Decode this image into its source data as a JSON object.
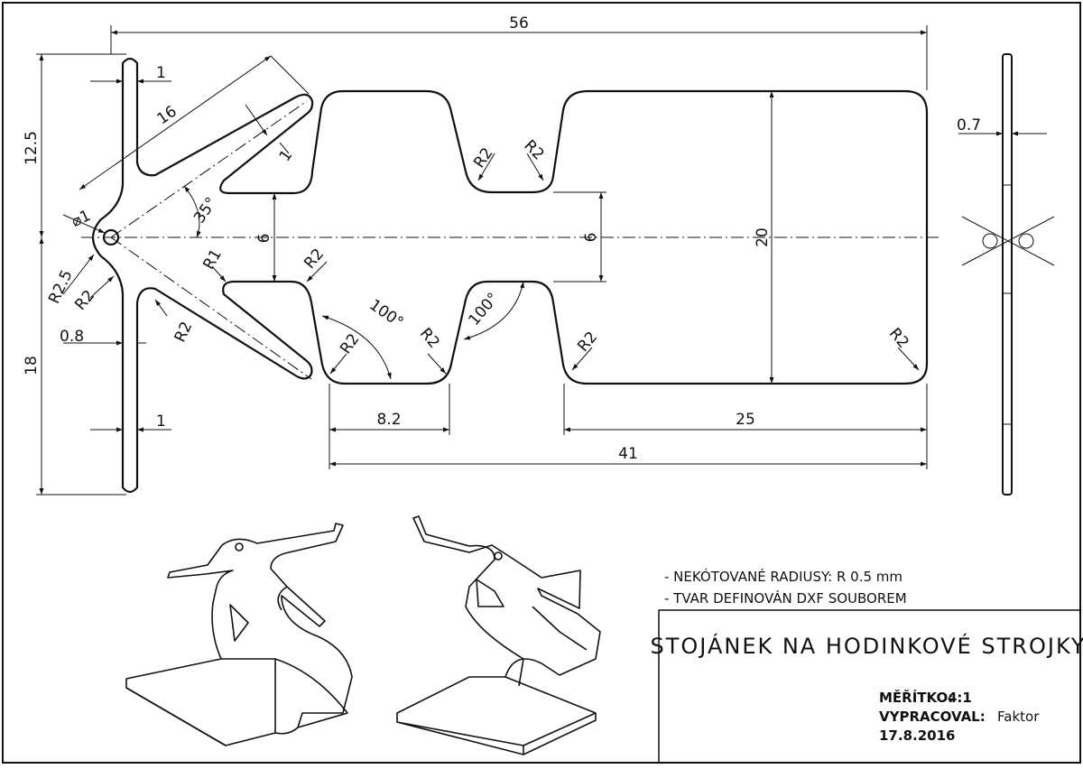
{
  "drawing": {
    "dimensions": {
      "overall_length": "56",
      "height_top": "12.5",
      "height_bottom": "18",
      "arm_length": "16",
      "arm_width": "1",
      "post_width_top": "1",
      "post_width_bottom": "1",
      "post_offset": "0.8",
      "hole_diameter": "⌀1",
      "radius_r25": "R2.5",
      "radius_r2": "R2",
      "radius_r1": "R1",
      "angle_arm": "35°",
      "angle_bend": "100°",
      "neck_width": "6",
      "neck_width_right": "6",
      "base_height": "20",
      "tab_width": "8.2",
      "base_length": "25",
      "total_lower": "41",
      "thickness": "0.7"
    },
    "notes": [
      "- NEKÓTOVANÉ RADIUSY: R 0.5 mm",
      "- TVAR DEFINOVÁN DXF SOUBOREM"
    ],
    "title_block": {
      "title": "STOJÁNEK NA HODINKOVÉ STROJKY",
      "scale_label": "MĚŘÍTKO:",
      "scale_value": "4:1",
      "author_label": "VYPRACOVAL:",
      "author_value": "Faktor",
      "date": "17.8.2016"
    }
  }
}
